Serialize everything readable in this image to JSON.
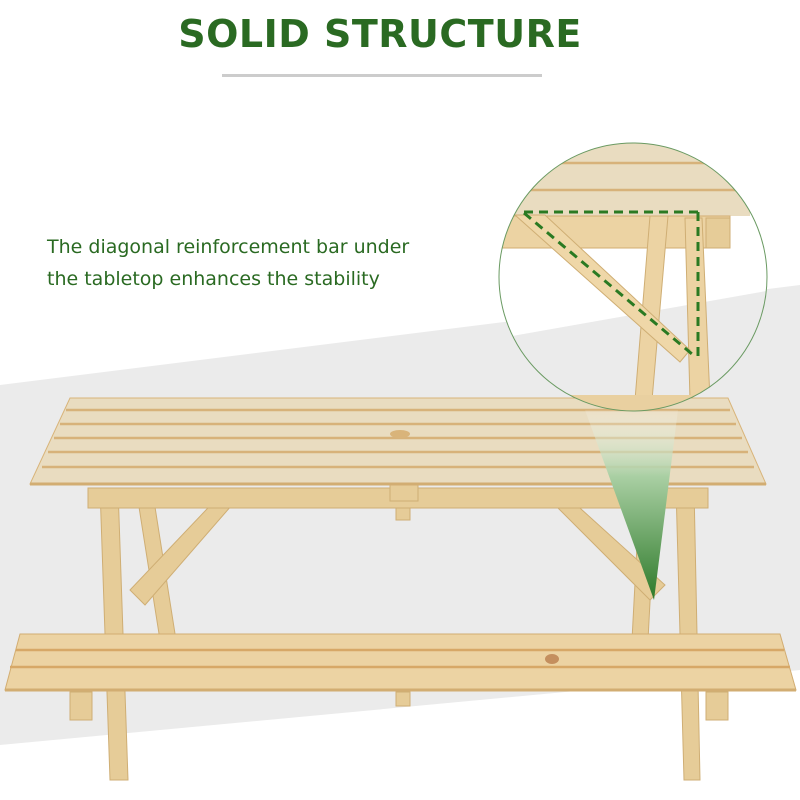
{
  "header": {
    "title": "SOLID STRUCTURE"
  },
  "description": {
    "line1": "The diagonal reinforcement bar under",
    "line2": "the tabletop enhances the stability"
  },
  "colors": {
    "accent_green": "#2a6a22",
    "divider_gray": "#cccccc",
    "background_band": "#ebebeb",
    "wood": "#e9d6ad",
    "wood_gap": "#d8b47a"
  },
  "image": {
    "subject": "natural-wood-picnic-table-with-attached-benches",
    "callout": "magnified-detail-of-diagonal-reinforcement-bar"
  }
}
